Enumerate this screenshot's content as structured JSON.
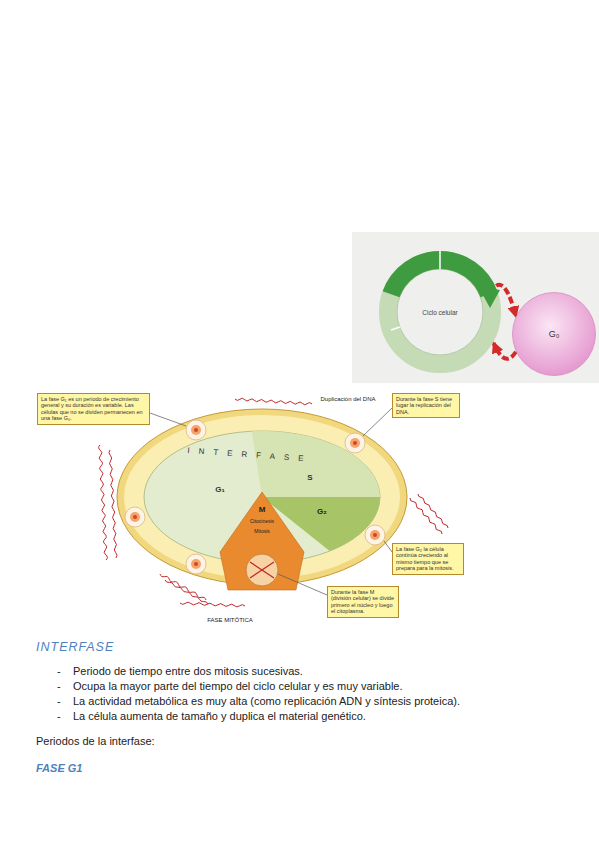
{
  "diagram": {
    "title": "INTERFASE",
    "nodes": [
      {
        "text": [
          "Ciclo celular"
        ]
      },
      {
        "text": [
          "G₀"
        ]
      },
      {
        "text": [
          "La fase G₁ es un periodo de crecimiento general y su duración es variable. Las células que no se dividen permanecen en una fase G₀."
        ]
      },
      {
        "text": [
          "Durante la fase S tiene lugar la replicación del DNA."
        ]
      },
      {
        "text": [
          "La fase G₂ la célula continúa creciendo al mismo tiempo que se prepara para la mitosis."
        ]
      },
      {
        "text": [
          "Durante la fase M (división celular) se divide primero el núcleo y luego el citoplasma."
        ]
      }
    ],
    "edges": [
      {
        "from": 0,
        "to": 1,
        "arrow": "to"
      },
      {
        "from": 1,
        "to": 0,
        "arrow": "to"
      }
    ],
    "labels": [
      "G₂",
      "M",
      "S",
      "G₁",
      "Duplicación del DNA",
      "INTERFASE",
      "G₁",
      "S",
      "G₂",
      "M",
      "Citocinesis",
      "Mitosis",
      "FASE MITÓTICA",
      "-",
      "Periodo de tiempo entre dos mitosis sucesivas.",
      "-",
      "Ocupa la mayor parte del tiempo del ciclo celular y es muy variable.",
      "-",
      "La actividad metabólica es muy alta (como replicación ADN y síntesis proteica).",
      "-",
      "La célula aumenta de tamaño y duplica el material genético.",
      "Periodos de la interfase:",
      "FASE G1"
    ]
  }
}
